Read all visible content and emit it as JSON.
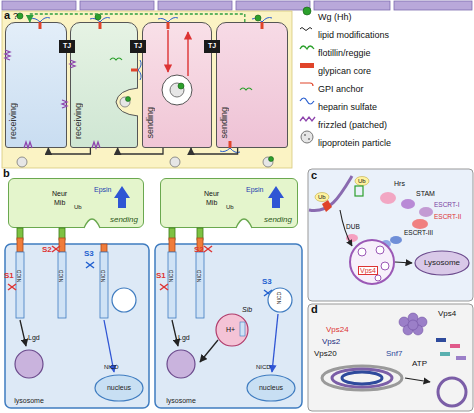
{
  "diagram": {
    "nodes": [
      {
        "text": [
          "receiving"
        ]
      },
      {
        "text": [
          "TJ"
        ]
      },
      {
        "text": [
          "receiving"
        ]
      },
      {
        "text": [
          "TJ"
        ]
      },
      {
        "text": [
          "sending"
        ]
      },
      {
        "text": [
          "TJ"
        ]
      },
      {
        "text": [
          "sending"
        ]
      },
      {
        "text": [
          "sending"
        ]
      },
      {
        "text": [
          "lysosome"
        ]
      },
      {
        "text": [
          "nucleus"
        ]
      },
      {
        "text": [
          "sending"
        ]
      },
      {
        "text": [
          "lysosome"
        ]
      },
      {
        "text": [
          "nucleus"
        ]
      },
      {
        "text": [
          "Lysosome"
        ]
      }
    ],
    "edges": [
      {
        "from": 6,
        "to": 4,
        "arrow": "to"
      },
      {
        "from": 4,
        "to": 2,
        "arrow": "to"
      },
      {
        "from": 2,
        "to": 0,
        "arrow": "to"
      },
      {
        "from": 6,
        "to": 0,
        "arrow": "to"
      }
    ],
    "labels": [
      "a",
      "?",
      "b",
      "Neur",
      "Mib",
      "Epsin",
      "Ub",
      "S2",
      "S3",
      "S1",
      "Lgd",
      "NICD",
      "NICD",
      "NICD",
      "NICD",
      "Neur",
      "Mib",
      "Epsin",
      "Ub",
      "S2",
      "S3",
      "S1",
      "H+",
      "Sib",
      "Lgd",
      "NICD",
      "NICD",
      "NICD",
      "NICD",
      "c",
      "Ub",
      "Ub",
      "Hrs",
      "STAM",
      "ESCRT-I",
      "ESCRT-II",
      "ESCRT-III",
      "DUB",
      "Vps4",
      "d",
      "Vps4",
      "Vps24",
      "Vps2",
      "Vps20",
      "Snf7",
      "ATP"
    ],
    "legend": [
      {
        "text": "Wg (Hh)"
      },
      {
        "text": "lipid modifications"
      },
      {
        "text": "flotillin/reggie"
      },
      {
        "text": "glypican core"
      },
      {
        "text": "GPI anchor"
      },
      {
        "text": "heparin sulfate"
      },
      {
        "text": "frizzled (patched)"
      },
      {
        "text": "lipoprotein particle"
      }
    ]
  }
}
